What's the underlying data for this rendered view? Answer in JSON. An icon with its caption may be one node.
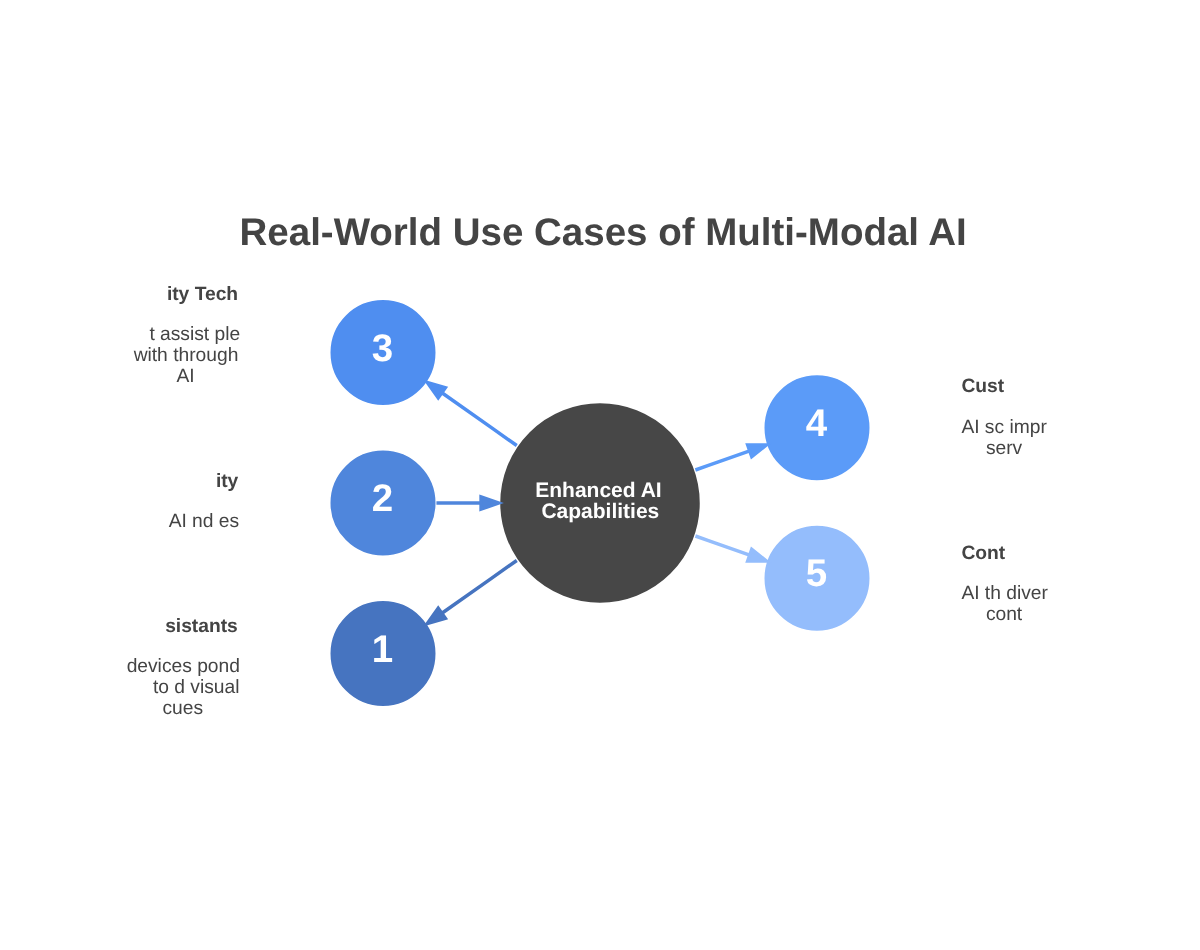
{
  "diagram": {
    "title": "Real-World Use Cases of Multi-Modal AI",
    "nodes": [
      {
        "text": [
          "3"
        ],
        "beside": [
          "ity Tech",
          "t assist ple with through AI"
        ]
      },
      {
        "text": [
          "2"
        ],
        "beside": [
          "ity",
          "AI nd es"
        ]
      },
      {
        "text": [
          "1"
        ],
        "beside": [
          "sistants",
          "devices pond to d visual cues"
        ]
      },
      {
        "text": [
          "Enhanced AI Capabilities"
        ]
      },
      {
        "text": [
          "4"
        ],
        "beside": [
          "Cust",
          "AI sc impr serv"
        ]
      },
      {
        "text": [
          "5"
        ],
        "beside": [
          "Cont",
          "AI th diver cont"
        ]
      }
    ],
    "edges": [
      {
        "from": 3,
        "to": 0,
        "arrow": "to",
        "color": "#4f8ef0"
      },
      {
        "from": 1,
        "to": 3,
        "arrow": "to",
        "color": "#4f86dc"
      },
      {
        "from": 3,
        "to": 2,
        "arrow": "to",
        "color": "#4674c0"
      },
      {
        "from": 3,
        "to": 4,
        "arrow": "to",
        "color": "#5b9bf8"
      },
      {
        "from": 3,
        "to": 5,
        "arrow": "to",
        "color": "#94bdfc"
      }
    ]
  }
}
